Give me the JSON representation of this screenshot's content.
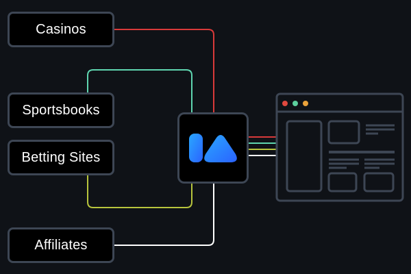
{
  "sources": [
    {
      "label": "Casinos",
      "wire_color": "#d93a3a"
    },
    {
      "label": "Sportsbooks",
      "wire_color": "#5fd6b0"
    },
    {
      "label": "Betting Sites",
      "wire_color": "#b8c53d"
    },
    {
      "label": "Affiliates",
      "wire_color": "#ffffff"
    }
  ],
  "hub": {
    "icon": "brand-logo-icon",
    "logo_gradient": [
      "#29a7ff",
      "#2b63ff"
    ]
  },
  "target": {
    "icon": "browser-window-icon",
    "dot_colors": [
      "#e0483e",
      "#5ccf9d",
      "#eaa23a"
    ],
    "outline_color": "#3d4654"
  },
  "colors": {
    "background": "#0f1217",
    "box_border": "#3d4654",
    "box_fill": "#000000"
  }
}
